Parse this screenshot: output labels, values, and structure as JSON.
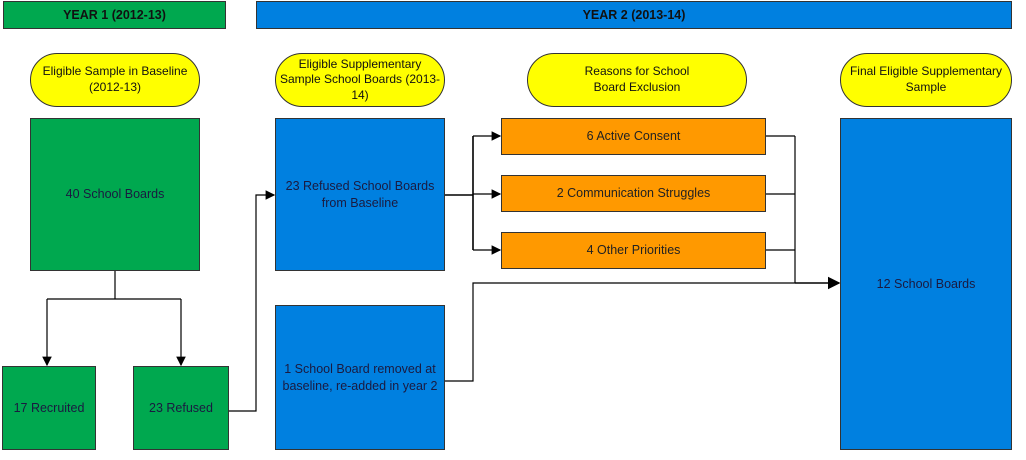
{
  "headers": {
    "year1": "YEAR 1 (2012-13)",
    "year2": "YEAR 2 (2013-14)"
  },
  "labels": {
    "baseline": "Eligible Sample in Baseline (2012-13)",
    "supplementary": "Eligible Supplementary Sample School Boards (2013-14)",
    "reasons": "Reasons for School Board Exclusion",
    "final": "Final Eligible Supplementary Sample"
  },
  "boxes": {
    "total": "40 School Boards",
    "recruited": "17 Recruited",
    "refused": "23 Refused",
    "refused_boards": "23 Refused School Boards from Baseline",
    "readded": "1 School Board removed at baseline, re-added in year 2",
    "final": "12 School Boards"
  },
  "reasons": [
    "6 Active Consent",
    "2 Communication Struggles",
    "4 Other Priorities"
  ],
  "colors": {
    "green": "#00a84f",
    "blue": "#0080e0",
    "orange": "#ff9900",
    "yellow": "#ffff00"
  }
}
